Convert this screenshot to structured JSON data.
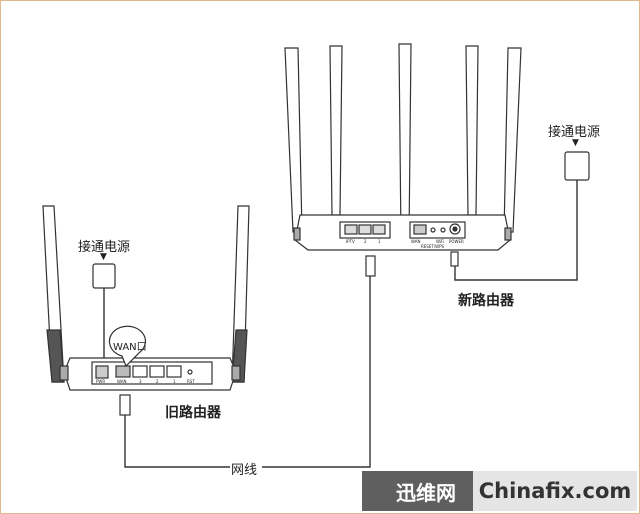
{
  "labels": {
    "new_power": "接通电源",
    "old_power": "接通电源",
    "new_router": "新路由器",
    "old_router": "旧路由器",
    "cable": "网线",
    "wan_callout": "WAN口"
  },
  "new_router_ports": [
    "IPTV",
    "2",
    "1",
    "WAN",
    "RESET/WPS",
    "WiFi",
    "POWER"
  ],
  "old_router_ports": [
    "PWR",
    "WAN",
    "3",
    "2",
    "1",
    "RST"
  ],
  "watermark": {
    "cn": "迅维网",
    "en": "Chinafix.com",
    "accent": "#2ec4b6"
  }
}
